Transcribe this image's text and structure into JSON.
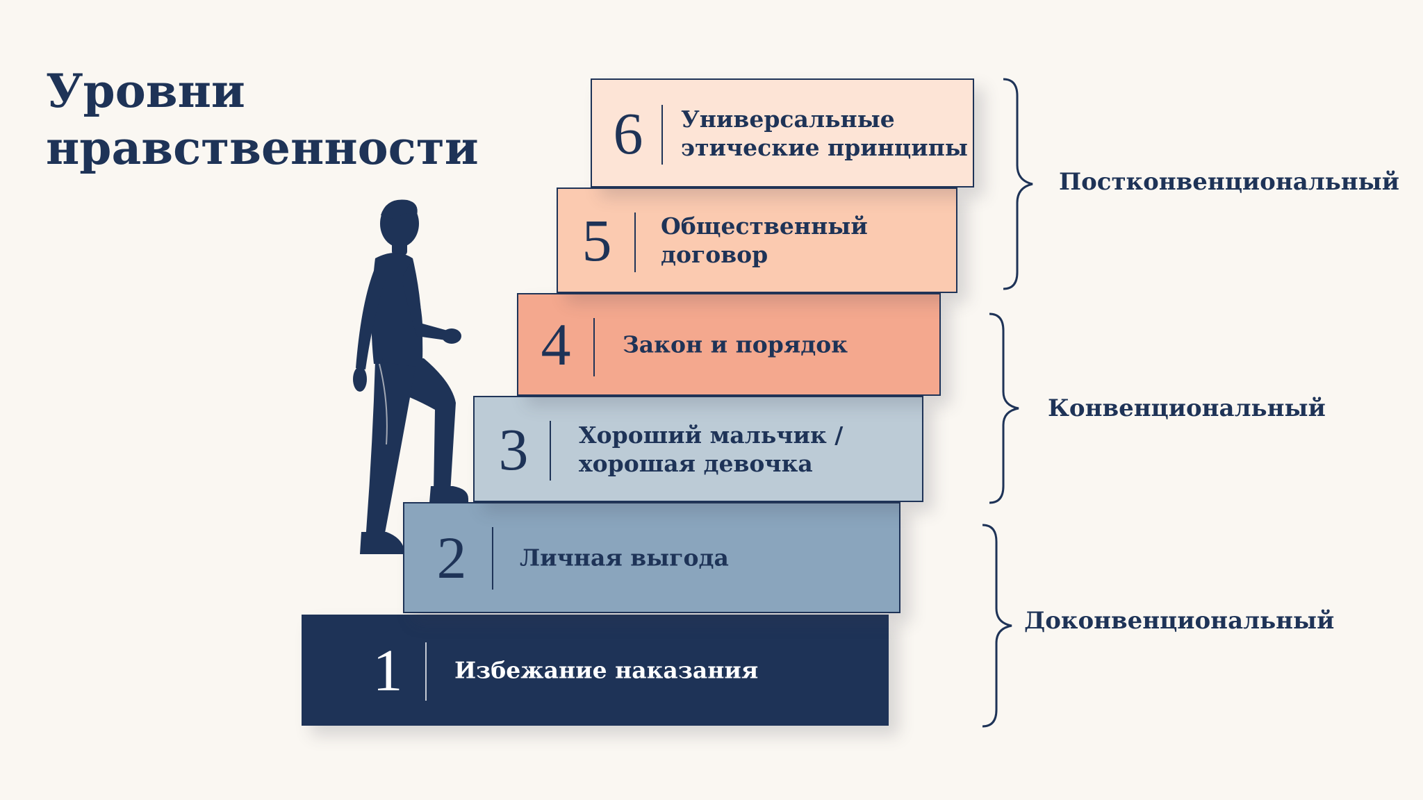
{
  "title_line1": "Уровни",
  "title_line2": "нравственности",
  "steps": [
    {
      "number": "1",
      "label": "Избежание наказания",
      "color": "#1e3357"
    },
    {
      "number": "2",
      "label": "Личная выгода",
      "color": "#8aa5bd"
    },
    {
      "number": "3",
      "label": "Хороший мальчик /\nхорошая девочка",
      "color": "#bccbd6"
    },
    {
      "number": "4",
      "label": "Закон и порядок",
      "color": "#f4a88e"
    },
    {
      "number": "5",
      "label": "Общественный\nдоговор",
      "color": "#fbcab0"
    },
    {
      "number": "6",
      "label": "Универсальные\nэтические принципы",
      "color": "#fde4d6"
    }
  ],
  "levels": {
    "post": "Постконвенциональный",
    "conv": "Конвенциональный",
    "pre": "Доконвенциональный"
  },
  "accent_color": "#1e3357",
  "figure": "person-climbing-stairs-icon"
}
